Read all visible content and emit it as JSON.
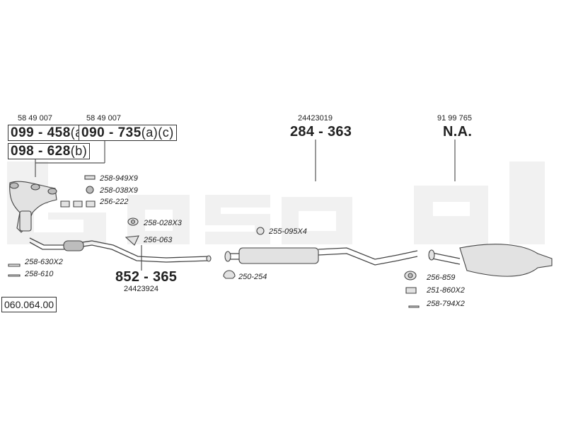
{
  "diagram_id": "060.064.00",
  "manifold": {
    "oem_a": "58 49 007",
    "oem_b": "58 49 007",
    "part_a": "099 - 458",
    "part_a_suffix": "(a)",
    "part_b": "090 - 735",
    "part_b_suffix": "(a)(c)",
    "part_c": "098 - 628",
    "part_c_suffix": "(b)"
  },
  "front_pipe": {
    "part": "852 - 365",
    "oem": "24423924"
  },
  "middle_silencer": {
    "oem": "24423019",
    "part": "284 - 363"
  },
  "rear_silencer": {
    "oem": "91 99 765",
    "part": "N.A."
  },
  "accessories": {
    "a1": "258-949X9",
    "a2": "258-038X9",
    "a3": "256-222",
    "a4": "258-028X3",
    "a5": "256-063",
    "a6": "258-630X2",
    "a7": "258-610",
    "a8": "255-095X4",
    "a9": "250-254",
    "a10": "256-859",
    "a11": "251-860X2",
    "a12": "258-794X2"
  },
  "colors": {
    "watermark": "#f1f1f1",
    "line": "#444444"
  }
}
